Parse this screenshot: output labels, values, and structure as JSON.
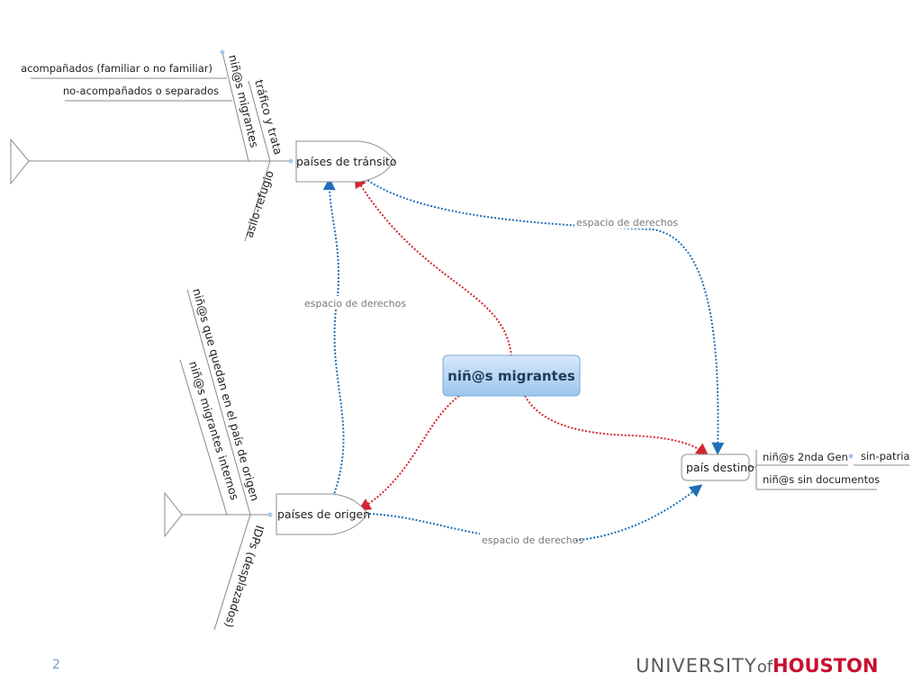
{
  "central": {
    "label": "niñ@s migrantes"
  },
  "nodes": {
    "transit": "países de tránsito",
    "origin": "países de origen",
    "destination": "país destino"
  },
  "transit_branches": {
    "ninos_migrantes": "niñ@s migrantes",
    "trafico": "tráfico y trata",
    "asilo": "asilo-refugio",
    "acompanados": "acompañados (familiar o no familiar)",
    "no_acompanados": "no-acompañados o separados"
  },
  "origin_branches": {
    "quedan": "niñ@s que quedan en el país de origen",
    "internos": "niñ@s migrantes internos",
    "idps": "IDPs (desplazados)"
  },
  "destination_branches": {
    "segunda_gen": "niñ@s 2nda Gen",
    "sin_patria": "sin-patria",
    "sin_documentos": "niñ@s sin documentos"
  },
  "edge_labels": {
    "transit_destination": "espacio de derechos",
    "origin_transit": "espacio de derechos",
    "origin_destination": "espacio de derechos"
  },
  "colors": {
    "blue_edge": "#1f6fb8",
    "red_edge": "#d22630",
    "central_fill": "#a8cdf0"
  },
  "footer": {
    "page_number": "2",
    "logo_university": "UNIVERSITY",
    "logo_of": "of",
    "logo_houston": "HOUSTON"
  }
}
